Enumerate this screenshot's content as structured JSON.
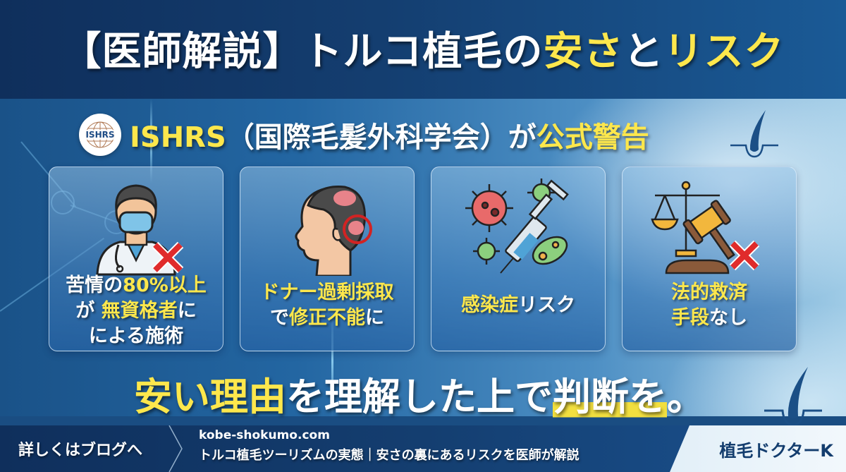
{
  "header": {
    "title_prefix": "【医師解説】トルコ植毛の",
    "title_highlight_1": "安さ",
    "title_middle": "と",
    "title_highlight_2": "リスク"
  },
  "subtitle": {
    "logo_text": "ISHRS",
    "org_abbrev": "ISHRS",
    "org_name": "（国際毛髪外科学会）",
    "connector": "が",
    "highlight": "公式警告"
  },
  "cards": [
    {
      "icon": "unqualified-doctor-icon",
      "lines": [
        [
          {
            "text": "苦情の",
            "hl": false
          },
          {
            "text": "80%以上",
            "hl": true
          }
        ],
        [
          {
            "text": "が ",
            "hl": false
          },
          {
            "text": "無資格者",
            "hl": true
          },
          {
            "text": "に",
            "hl": false
          }
        ],
        [
          {
            "text": "による施術",
            "hl": false
          }
        ]
      ]
    },
    {
      "icon": "donor-overharvest-head-icon",
      "lines": [
        [
          {
            "text": "ドナー過剰採取",
            "hl": true
          }
        ],
        [
          {
            "text": "で",
            "hl": false
          },
          {
            "text": "修正不能",
            "hl": true
          },
          {
            "text": "に",
            "hl": false
          }
        ]
      ]
    },
    {
      "icon": "infection-syringe-virus-icon",
      "lines": [
        [
          {
            "text": "感染症",
            "hl": true
          },
          {
            "text": "リスク",
            "hl": false
          }
        ]
      ]
    },
    {
      "icon": "legal-scale-gavel-icon",
      "lines": [
        [
          {
            "text": "法的救済",
            "hl": true
          }
        ],
        [
          {
            "text": "手段",
            "hl": true
          },
          {
            "text": "なし",
            "hl": false
          }
        ]
      ]
    }
  ],
  "conclusion": {
    "highlight": "安い理由",
    "middle": "を理解した上で",
    "underlined": "判断を",
    "end": "。"
  },
  "footer": {
    "cta": "詳しくはブログへ",
    "url": "kobe-shokumo.com",
    "description": "トルコ植毛ツーリズムの実態｜安さの裏にあるリスクを医師が解説",
    "brand": "植毛ドクターK"
  },
  "colors": {
    "highlight_yellow": "#fde74c",
    "navy": "#0f2f5c",
    "brand_text": "#133d6e",
    "red_x": "#e02b2b"
  }
}
